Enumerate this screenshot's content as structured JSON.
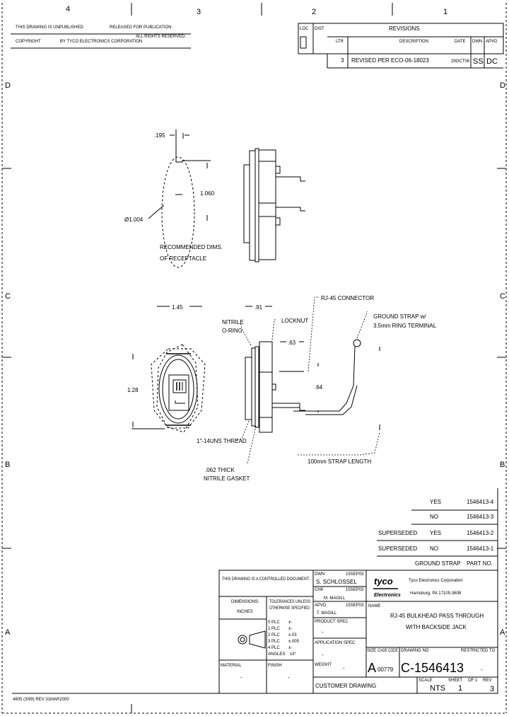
{
  "zones": {
    "top": [
      "4",
      "3",
      "2",
      "1"
    ],
    "side": [
      "D",
      "C",
      "B",
      "A"
    ]
  },
  "header": {
    "unpublished_note": "THIS DRAWING IS UNPUBLISHED",
    "released_note": "RELEASED FOR PUBLICATION",
    "copyright": "COPYRIGHT",
    "company": "BY TYCO ELECTRONICS CORPORATION",
    "rights": "ALL RIGHTS RESERVED."
  },
  "revisions": {
    "title": "REVISIONS",
    "lc_label": "LOC",
    "dist_label": "DIST",
    "columns": [
      "LTR",
      "DESCRIPTION",
      "DATE",
      "DWN",
      "APVD"
    ],
    "rows": [
      {
        "ltr": "3",
        "description": "REVISED PER ECO-06-18023",
        "date": "29OCT06",
        "dwn": "SS",
        "apvd": "DC"
      }
    ]
  },
  "views": {
    "panel_cutout": {
      "dim_width": ".195",
      "dim_height": "1.060",
      "dim_dia": "Ø1.004",
      "caption_line1": "RECOMMENDED DIMS.",
      "caption_line2": "OF RECEPTACLE"
    },
    "front": {
      "dim_width": "1.45",
      "dim_height": "1.28"
    },
    "side": {
      "dim_top": ".91",
      "dim_pin": ".63",
      "dim_height": ".64",
      "labels": {
        "nitrile_oring_1": "NITRILE",
        "nitrile_oring_2": "O-RING",
        "locknut": "LOCKNUT",
        "rj45": "RJ-45 CONNECTOR",
        "ground_strap_1": "GROUND STRAP w/",
        "ground_strap_2": "3.5mm RING TERMINAL",
        "panel_thread": "1\"-14UNS THREAD",
        "gasket_1": ".062 THICK",
        "gasket_2": "NITRILE GASKET",
        "strap_length": "100mm STRAP LENGTH"
      }
    }
  },
  "part_table": {
    "rows": [
      {
        "status": "",
        "ground_strap": "YES",
        "part_no": "1546413-4"
      },
      {
        "status": "",
        "ground_strap": "NO",
        "part_no": "1546413-3"
      },
      {
        "status": "SUPERSEDED",
        "ground_strap": "YES",
        "part_no": "1546413-2"
      },
      {
        "status": "SUPERSEDED",
        "ground_strap": "NO",
        "part_no": "1546413-1"
      }
    ],
    "header_ground_strap": "GROUND STRAP",
    "header_part_no": "PART NO."
  },
  "title_block": {
    "controlled": "THIS DRAWING IS A CONTROLLED DOCUMENT.",
    "dimensions_label": "DIMENSIONS:",
    "dimensions_value": "INCHES",
    "tolerances_1": "TOLERANCES UNLESS",
    "tolerances_2": "OTHERWISE SPECIFIED:",
    "tolerance_rows": [
      {
        "label": "0 PLC",
        "value": "±-"
      },
      {
        "label": "1 PLC",
        "value": "±-"
      },
      {
        "label": "2 PLC",
        "value": "±.03"
      },
      {
        "label": "3 PLC",
        "value": "±.005"
      },
      {
        "label": "4 PLC",
        "value": "±-"
      },
      {
        "label": "ANGLES",
        "value": "±3°"
      }
    ],
    "material_label": "MATERIAL",
    "material_value": "-",
    "finish_label": "FINISH",
    "finish_value": "-",
    "dwn_label": "DWN",
    "dwn_date": "15SEP03",
    "dwn_name": "S. SCHLOSSEL",
    "chk_label": "CHK",
    "chk_date": "15SEP03",
    "chk_name": "M. MAGILL",
    "appvd_label": "APVD",
    "appvd_date": "15SEP03",
    "appvd_name": "T. MAGILL",
    "product_spec_label": "PRODUCT SPEC",
    "product_spec_value": "-",
    "application_spec_label": "APPLICATION SPEC",
    "application_spec_value": "-",
    "weight_label": "WEIGHT",
    "weight_value": "-",
    "logo_line1": "tyco",
    "logo_line2": "Electronics",
    "company_1": "Tyco Electronics Corporation",
    "company_2": "Harrisburg, PA 17105-3608",
    "name_label": "NAME",
    "name_line1": "RJ-45 BULKHEAD PASS THROUGH",
    "name_line2": "WITH BACKSIDE JACK",
    "size_label": "SIZE",
    "cage_label": "CAGE CODE",
    "dwg_label": "DRAWING NO",
    "restricted_label": "RESTRICTED TO",
    "size_value": "A",
    "cage_value": "00779",
    "dwg_value": "C-1546413",
    "restricted_value": "-",
    "customer_drawing": "CUSTOMER DRAWING",
    "scale_label": "SCALE",
    "scale_value": "NTS",
    "sheet_label": "SHEET",
    "sheet_value": "1",
    "of_label": "OF",
    "of_value": "1",
    "rev_label": "REV",
    "rev_value": "3"
  },
  "footer": "4805 (3/99) REV 31MAR2000"
}
